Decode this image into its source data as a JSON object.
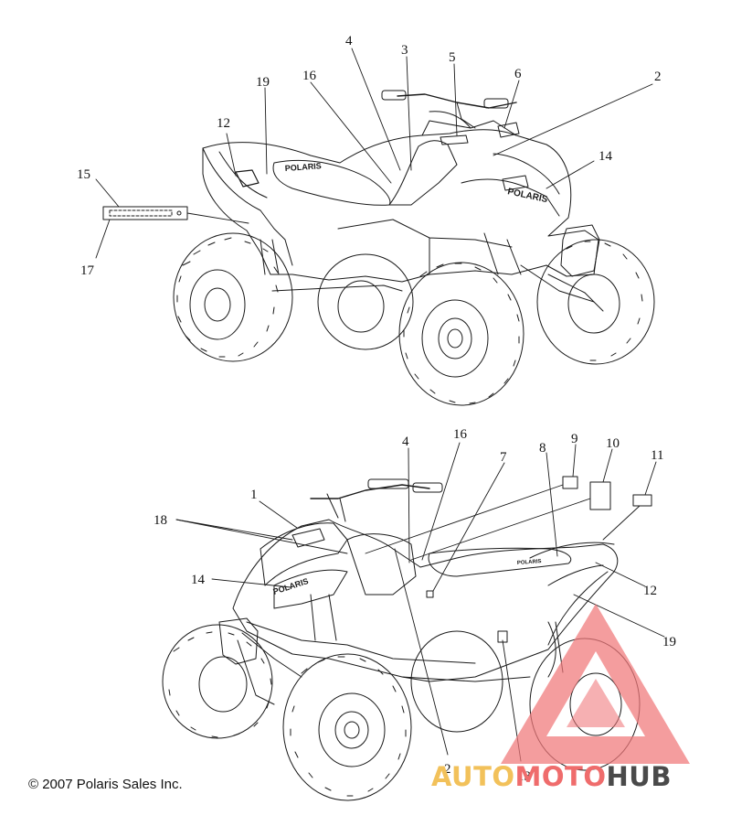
{
  "diagram": {
    "top_view_callouts": [
      "4",
      "3",
      "5",
      "6",
      "2",
      "16",
      "19",
      "12",
      "14",
      "15",
      "17"
    ],
    "bottom_view_callouts": [
      "4",
      "16",
      "7",
      "8",
      "9",
      "10",
      "11",
      "1",
      "18",
      "14",
      "12",
      "19",
      "2",
      "13"
    ],
    "decal_text": "POLARIS"
  },
  "copyright": "© 2007 Polaris Sales Inc.",
  "watermark": {
    "part1": "AUTO",
    "part2": "MOTO",
    "part3": "HUB",
    "color1": "#f2c15a",
    "color2": "#ef6c6c",
    "color3": "#4a4a4a"
  },
  "colors": {
    "line": "#1a1a1a",
    "watermark_triangle": "#f0787a"
  }
}
